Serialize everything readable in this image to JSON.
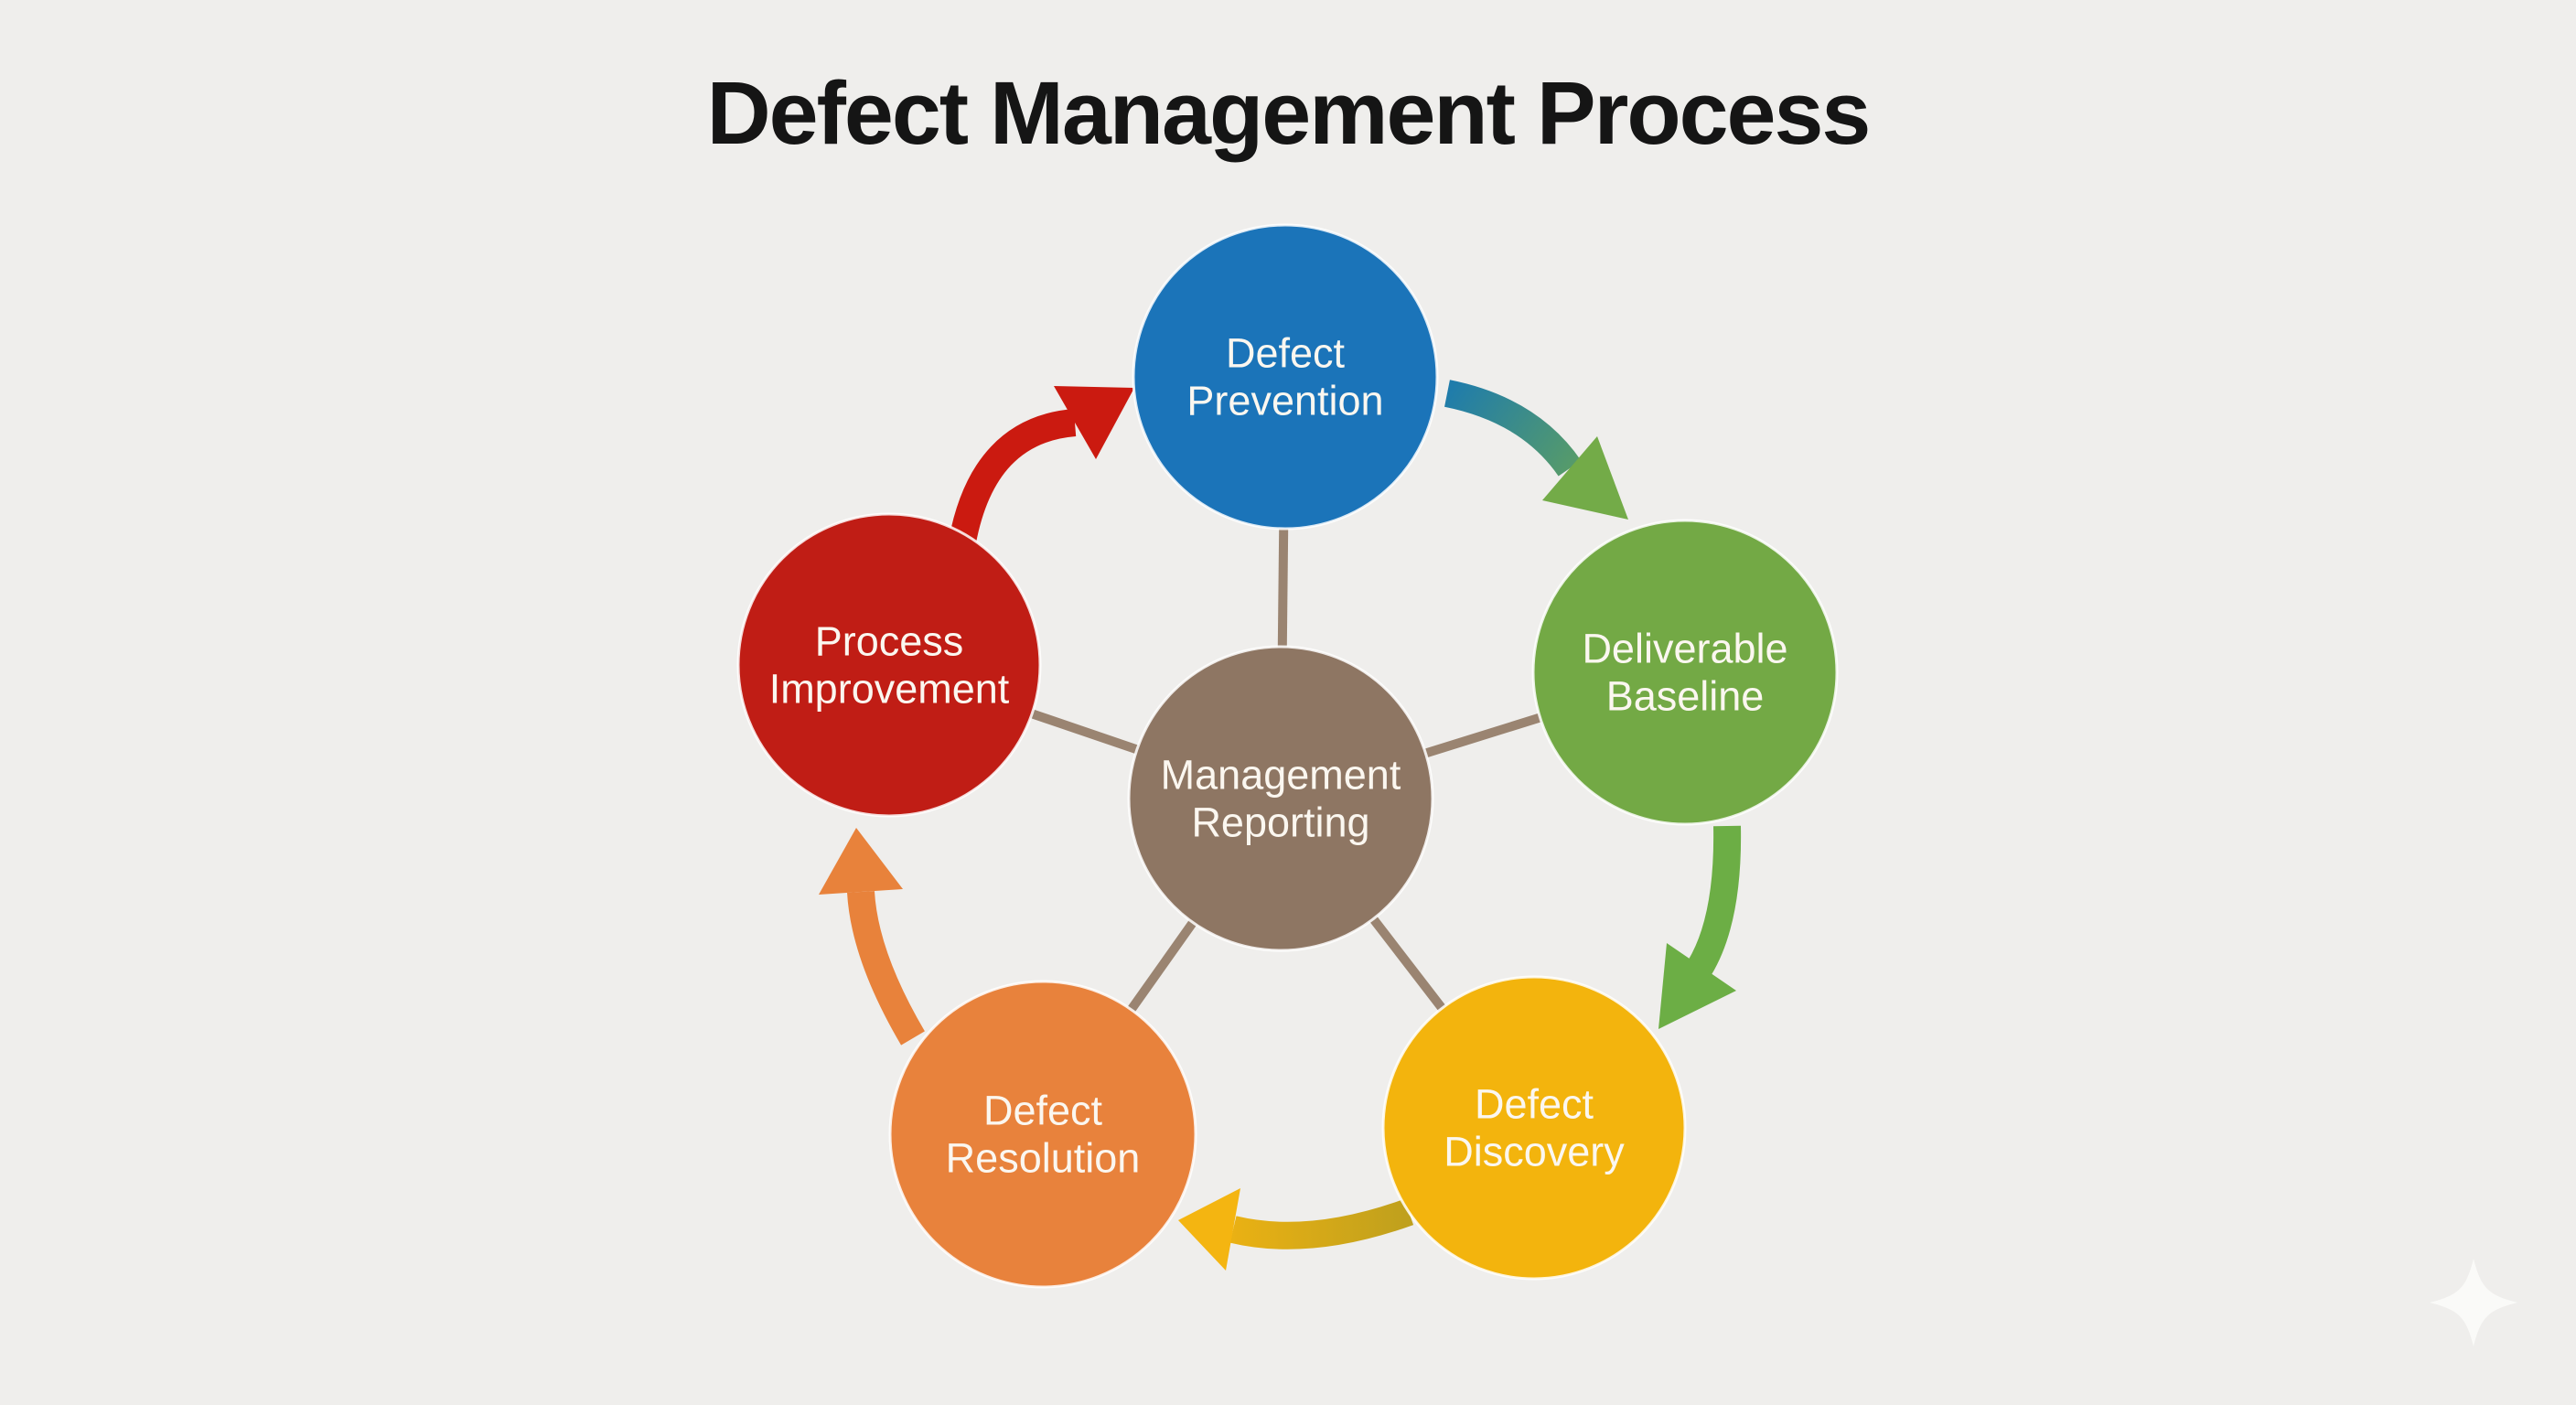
{
  "title": "Defect Management Process",
  "background_color": "#efeeec",
  "title_color": "#151515",
  "label_color": "#fbf7f0",
  "connector_color": "#9a8471",
  "nodes": {
    "center": {
      "label": [
        "Management",
        "Reporting"
      ],
      "color": "#8e7663"
    },
    "prevention": {
      "label": [
        "Defect",
        "Prevention"
      ],
      "color": "#1b74b9"
    },
    "baseline": {
      "label": [
        "Deliverable",
        "Baseline"
      ],
      "color": "#73a945"
    },
    "discovery": {
      "label": [
        "Defect",
        "Discovery"
      ],
      "color": "#f3b40d"
    },
    "resolution": {
      "label": [
        "Defect",
        "Resolution"
      ],
      "color": "#e8823c"
    },
    "improvement": {
      "label": [
        "Process",
        "Improvement"
      ],
      "color": "#c01d15"
    }
  },
  "arrows": {
    "improvement_to_prevention": {
      "color": "#cb1a10"
    },
    "prevention_to_baseline": {
      "gradient": [
        "#1f7cab",
        "#73ab48"
      ]
    },
    "baseline_to_discovery": {
      "color": "#6cae45"
    },
    "discovery_to_resolution": {
      "gradient": [
        "#bfa01d",
        "#f4b511"
      ]
    },
    "resolution_to_improvement": {
      "color": "#e8823b"
    }
  },
  "watermark": {
    "icon": "sparkle-icon",
    "color": "#fafaf8"
  }
}
